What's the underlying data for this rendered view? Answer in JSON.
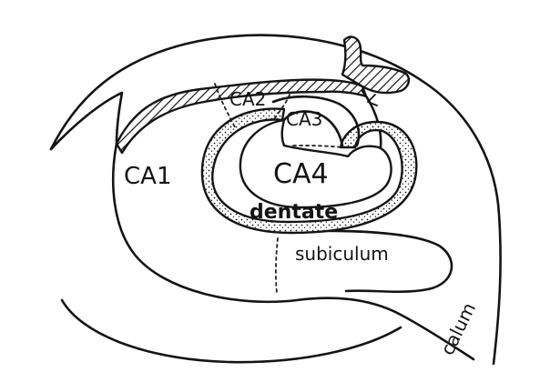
{
  "labels": {
    "ca1": "CA1",
    "ca2": "CA2",
    "ca3": "CA3",
    "ca4": "CA4",
    "dentate": "dentate",
    "subiculum": "subiculum",
    "calum": "calum"
  },
  "colors": {
    "ink": "#141414",
    "paper": "#ffffff",
    "background": "#ffffff"
  }
}
